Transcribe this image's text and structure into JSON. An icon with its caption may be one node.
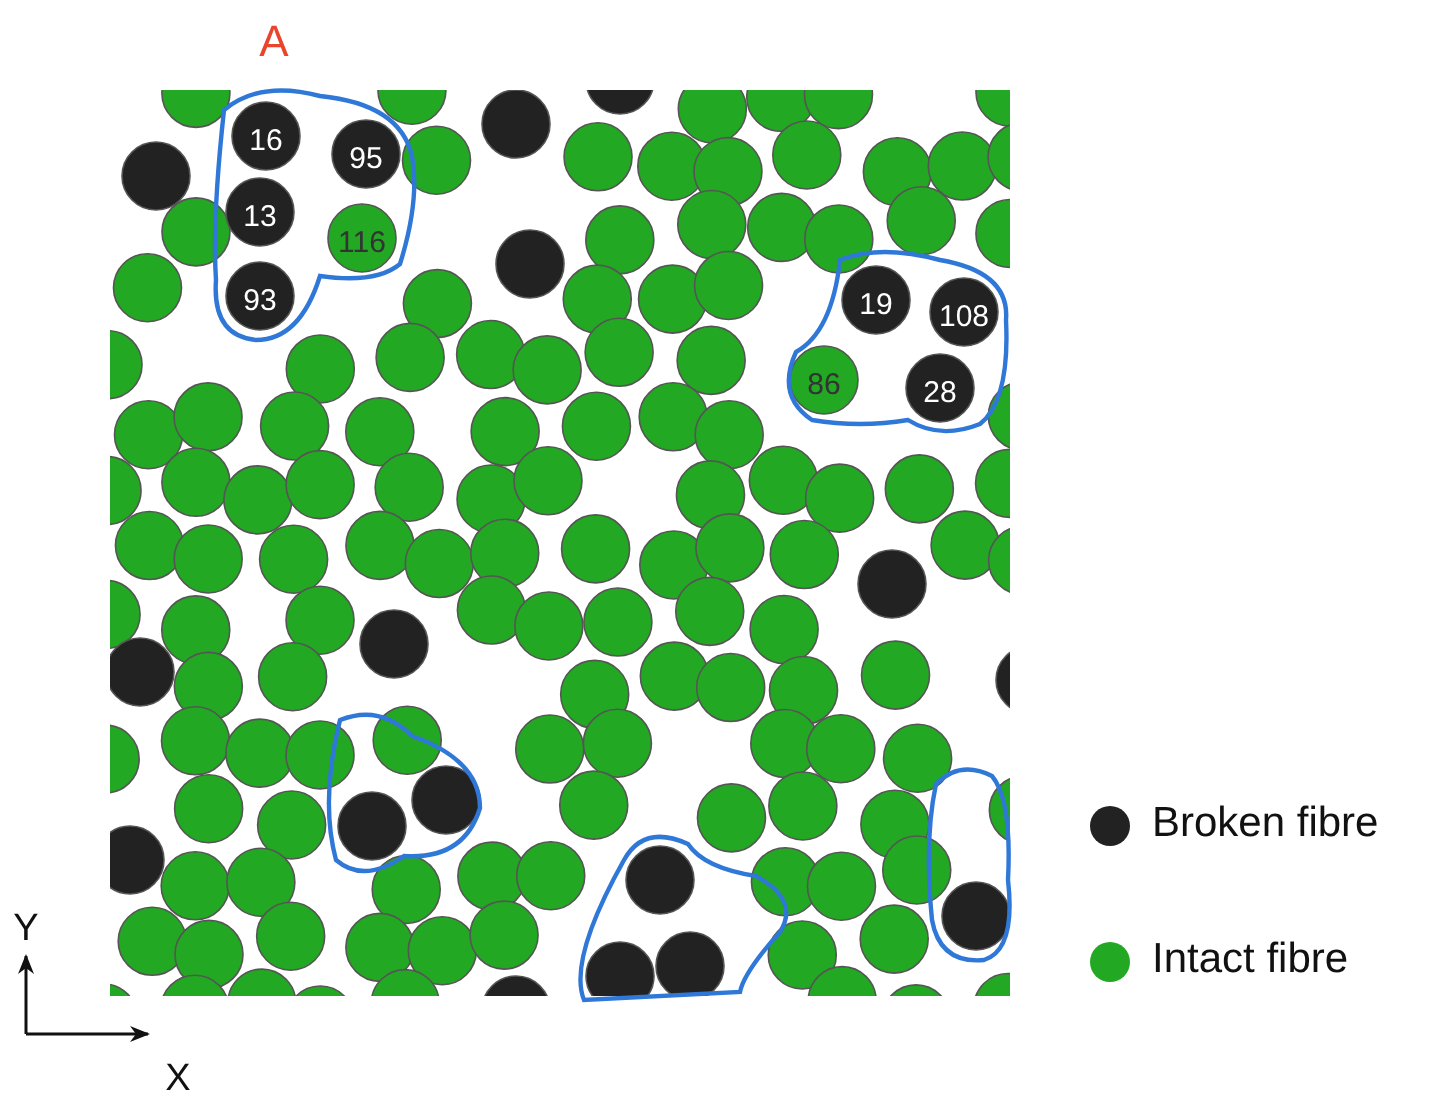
{
  "diagram": {
    "labels": [
      "A",
      "16",
      "95",
      "13",
      "116",
      "93",
      "19",
      "108",
      "86",
      "28",
      "Y",
      "X"
    ],
    "legend": [
      {
        "text": "Broken fibre",
        "color": "#222222"
      },
      {
        "text": "Intact fibre",
        "color": "#22a822"
      }
    ]
  }
}
